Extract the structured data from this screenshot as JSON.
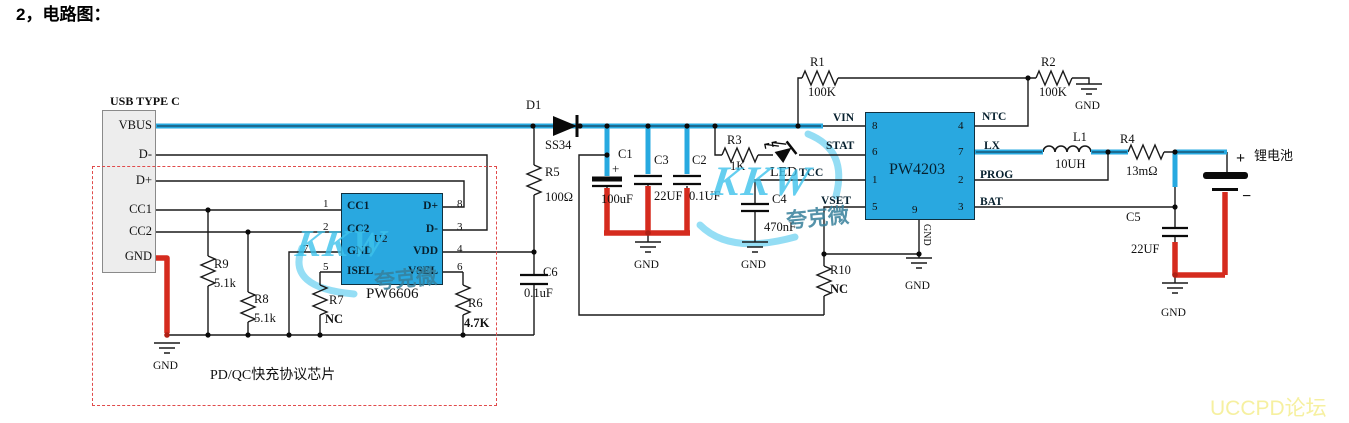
{
  "title": "2，电路图：",
  "labels": {
    "gnd": "GND",
    "pdqc": "PD/QC快充协议芯片",
    "battery": "锂电池",
    "plus": "+",
    "minus": "−"
  },
  "usb": {
    "title": "USB TYPE C",
    "pins": [
      "VBUS",
      "D-",
      "D+",
      "CC1",
      "CC2",
      "GND"
    ]
  },
  "pw6606": {
    "refdes": "U2",
    "name": "PW6606",
    "left_pins": [
      {
        "num": "1",
        "name": "CC1"
      },
      {
        "num": "2",
        "name": "CC2"
      },
      {
        "num": "7",
        "name": "GND"
      },
      {
        "num": "5",
        "name": "ISEL"
      }
    ],
    "right_pins": [
      {
        "num": "8",
        "name": "D+"
      },
      {
        "num": "3",
        "name": "D-"
      },
      {
        "num": "4",
        "name": "VDD"
      },
      {
        "num": "6",
        "name": "VSEL"
      }
    ]
  },
  "pw4203": {
    "name": "PW4203",
    "left_pins": [
      {
        "num": "8",
        "name": "VIN"
      },
      {
        "num": "6",
        "name": "STAT"
      },
      {
        "num": "1",
        "name": "TCC"
      },
      {
        "num": "5",
        "name": "VSET"
      }
    ],
    "right_pins": [
      {
        "num": "4",
        "name": "NTC"
      },
      {
        "num": "7",
        "name": "LX"
      },
      {
        "num": "2",
        "name": "PROG"
      },
      {
        "num": "3",
        "name": "BAT"
      }
    ],
    "bottom_pin": {
      "num": "9",
      "name": "GND"
    }
  },
  "components": {
    "d1": {
      "ref": "D1",
      "value": "SS34"
    },
    "r5": {
      "ref": "R5",
      "value": "100Ω"
    },
    "c6": {
      "ref": "C6",
      "value": "0.1uF"
    },
    "c1": {
      "ref": "C1",
      "value": "100uF"
    },
    "c3": {
      "ref": "C3",
      "value": "22UF"
    },
    "c2": {
      "ref": "C2",
      "value": "0.1UF"
    },
    "r3": {
      "ref": "R3",
      "value": "1K"
    },
    "led": {
      "ref": "LED"
    },
    "c4": {
      "ref": "C4",
      "value": "470nF"
    },
    "r10": {
      "ref": "R10",
      "value": "NC"
    },
    "r9": {
      "ref": "R9",
      "value": "5.1k"
    },
    "r8": {
      "ref": "R8",
      "value": "5.1k"
    },
    "r7": {
      "ref": "R7",
      "value": "NC"
    },
    "r6": {
      "ref": "R6",
      "value": "4.7K"
    },
    "r1": {
      "ref": "R1",
      "value": "100K"
    },
    "r2": {
      "ref": "R2",
      "value": "100K"
    },
    "l1": {
      "ref": "L1",
      "value": "10UH"
    },
    "r4": {
      "ref": "R4",
      "value": "13mΩ"
    },
    "c5": {
      "ref": "C5",
      "value": "22UF"
    }
  },
  "watermark": {
    "kkw": "KKW",
    "brand": "夸克微",
    "forum": "UCCPD论坛"
  },
  "colors": {
    "wire_blue": "#27a9e0",
    "wire_red": "#d52b1e",
    "chip_blue": "#29a8e0",
    "dashed_red": "#e04b4b",
    "forum_yellow": "#f6f0a0",
    "watermark_cyan": "#3ec3ec"
  }
}
